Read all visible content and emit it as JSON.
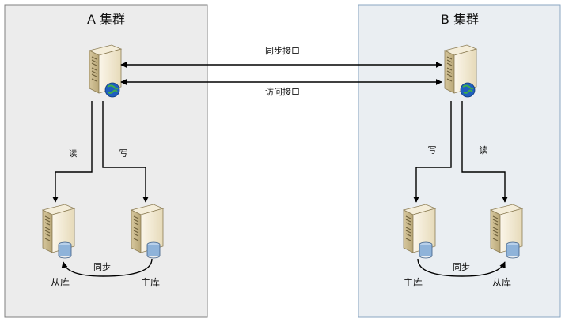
{
  "clusters": {
    "a": {
      "title": "A 集群",
      "fill": "#ececec",
      "border": "#7f7f7f",
      "read_label": "读",
      "write_label": "写",
      "slave_label": "从库",
      "master_label": "主库",
      "sync_label": "同步"
    },
    "b": {
      "title": "B 集群",
      "fill": "#eaeef2",
      "border": "#8aa6c1",
      "read_label": "读",
      "write_label": "写",
      "slave_label": "从库",
      "master_label": "主库",
      "sync_label": "同步"
    }
  },
  "links": {
    "sync_interface": "同步接口",
    "access_interface": "访问接口"
  },
  "icons": {
    "gateway_server": "server-with-globe-icon",
    "db_server": "server-with-database-icon"
  },
  "colors": {
    "server_light": "#f2ead6",
    "server_dark": "#c9b98c",
    "globe": "#1f5fbf",
    "cylinder": "#8fb3d9",
    "arrow": "#000000"
  }
}
